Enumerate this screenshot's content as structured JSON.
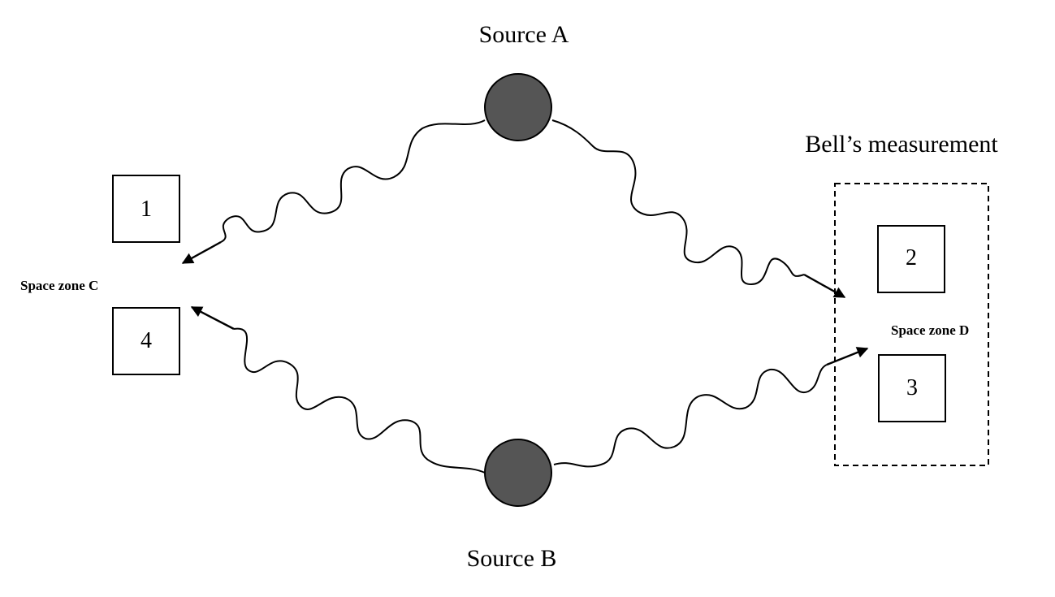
{
  "labels": {
    "source_a": "Source A",
    "source_b": "Source B",
    "bell_measurement": "Bell’s measurement",
    "space_zone_c": "Space zone C",
    "space_zone_d": "Space zone D"
  },
  "boxes": [
    "1",
    "2",
    "3",
    "4"
  ],
  "colors": {
    "source_fill": "#555555",
    "line": "#000000",
    "background": "#ffffff"
  }
}
